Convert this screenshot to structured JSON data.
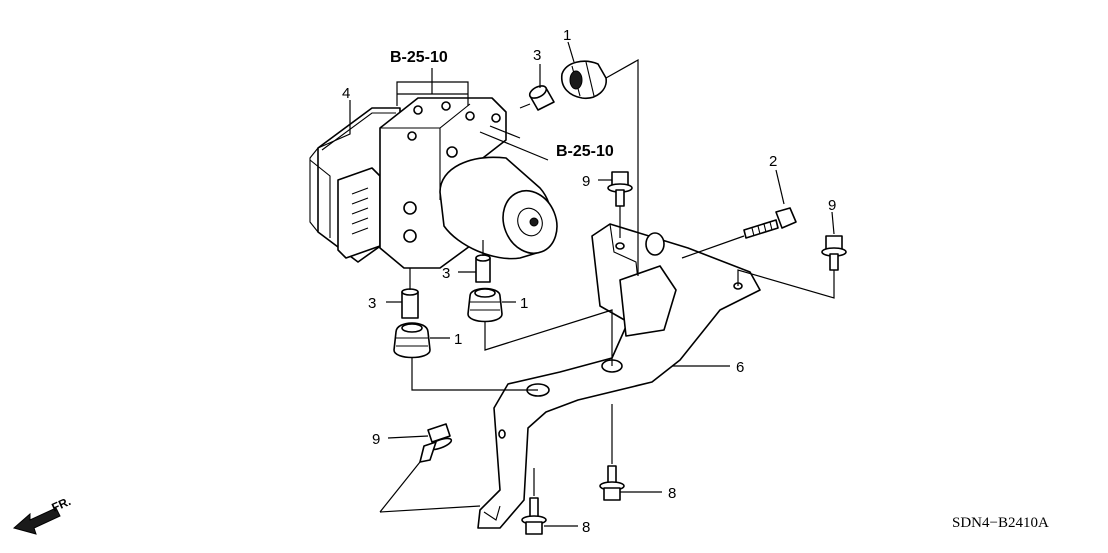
{
  "diagram": {
    "reference_labels": {
      "top": "B-25-10",
      "right": "B-25-10"
    },
    "callouts": {
      "grommet_top": "1",
      "grommet_mid": "1",
      "grommet_low": "1",
      "bolt_long": "2",
      "collar_top": "3",
      "collar_mid": "3",
      "collar_low": "3",
      "modulator": "4",
      "bracket": "6",
      "bolt_low_right": "8",
      "bolt_low_mid": "8",
      "flange_bolt_top": "9",
      "flange_bolt_right": "9",
      "flange_bolt_left": "9"
    },
    "direction_label": "FR.",
    "diagram_code": "SDN4−B2410A"
  }
}
